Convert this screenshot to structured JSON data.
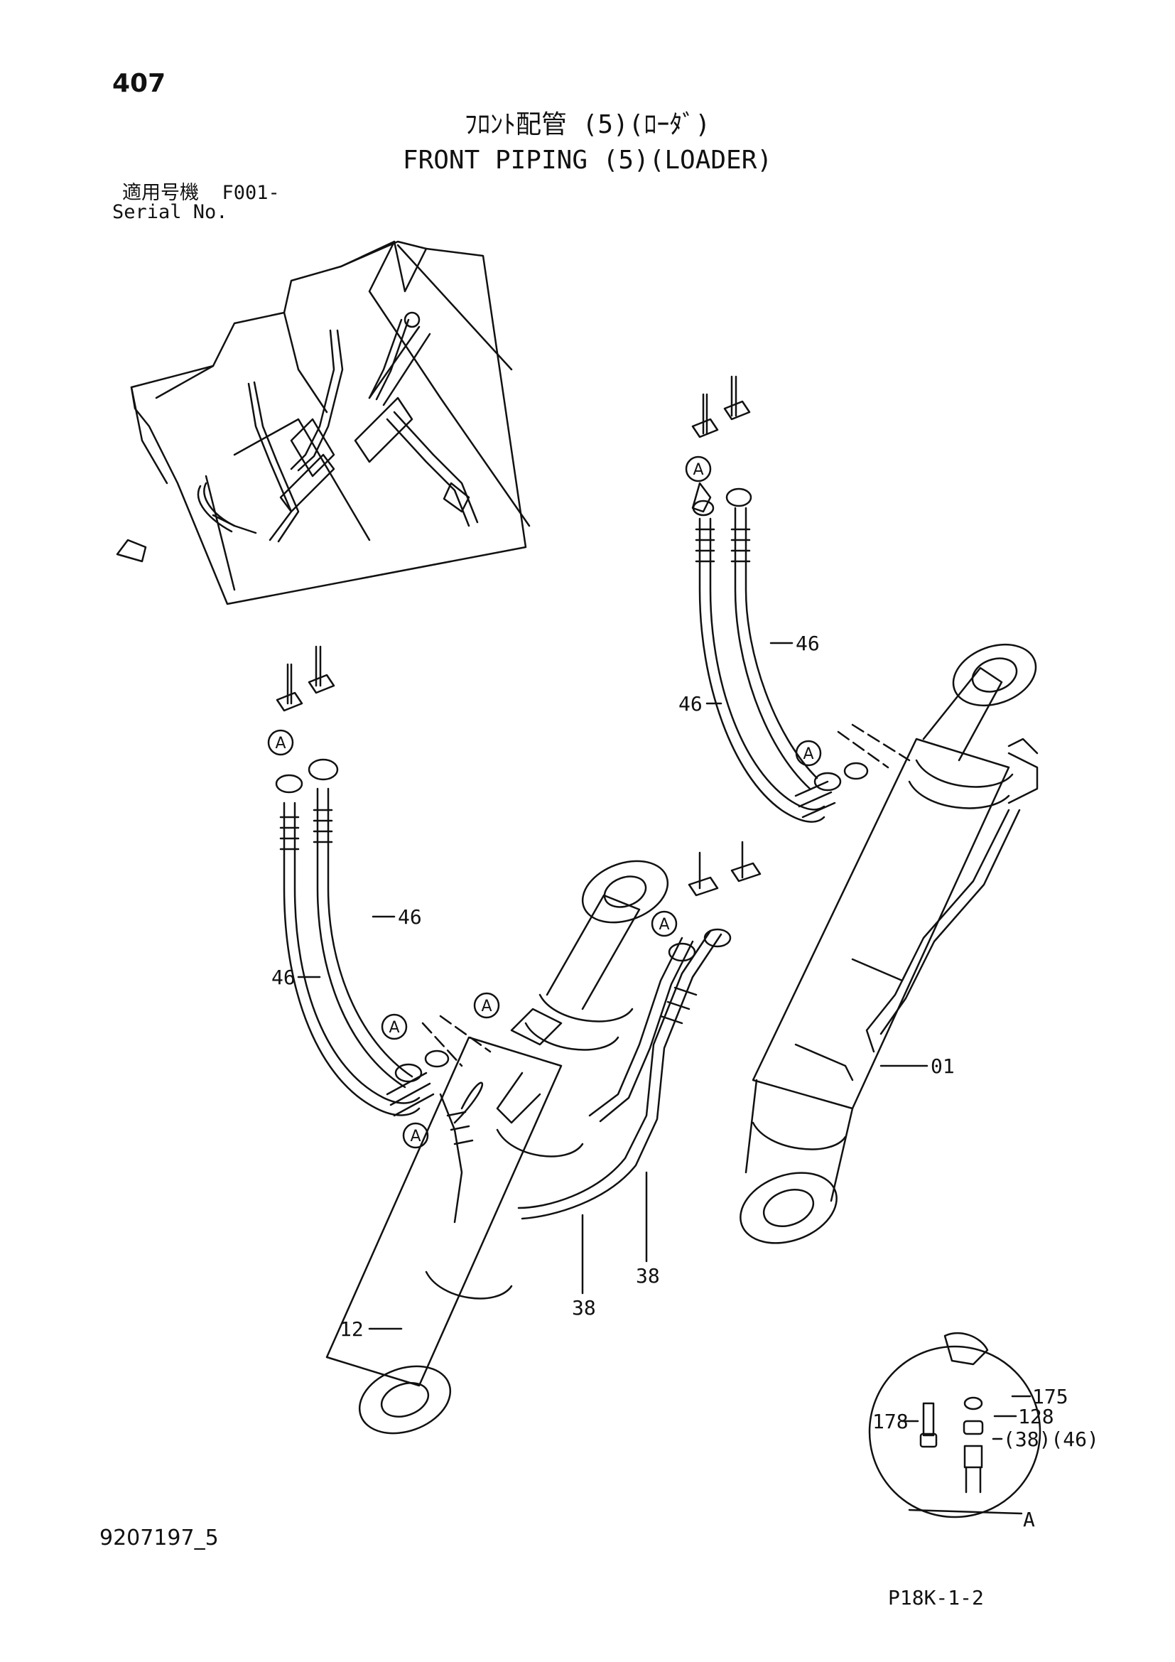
{
  "page": {
    "number": "407"
  },
  "title": {
    "japanese": "ﾌﾛﾝﾄ配管 (5)(ﾛｰﾀﾞ)",
    "english": "FRONT PIPING (5)(LOADER)"
  },
  "serial": {
    "label_japanese": "適用号機",
    "value": "F001-",
    "label_english": "Serial No."
  },
  "callouts": {
    "ref_a": "A",
    "part_46": "46",
    "part_01": "01",
    "part_12": "12",
    "part_38": "38",
    "part_175": "175",
    "part_128": "128",
    "part_178": "178",
    "part_38_46": "(38)(46)"
  },
  "footer": {
    "document_code": "9207197_5",
    "reference_code": "P18K-1-2"
  }
}
